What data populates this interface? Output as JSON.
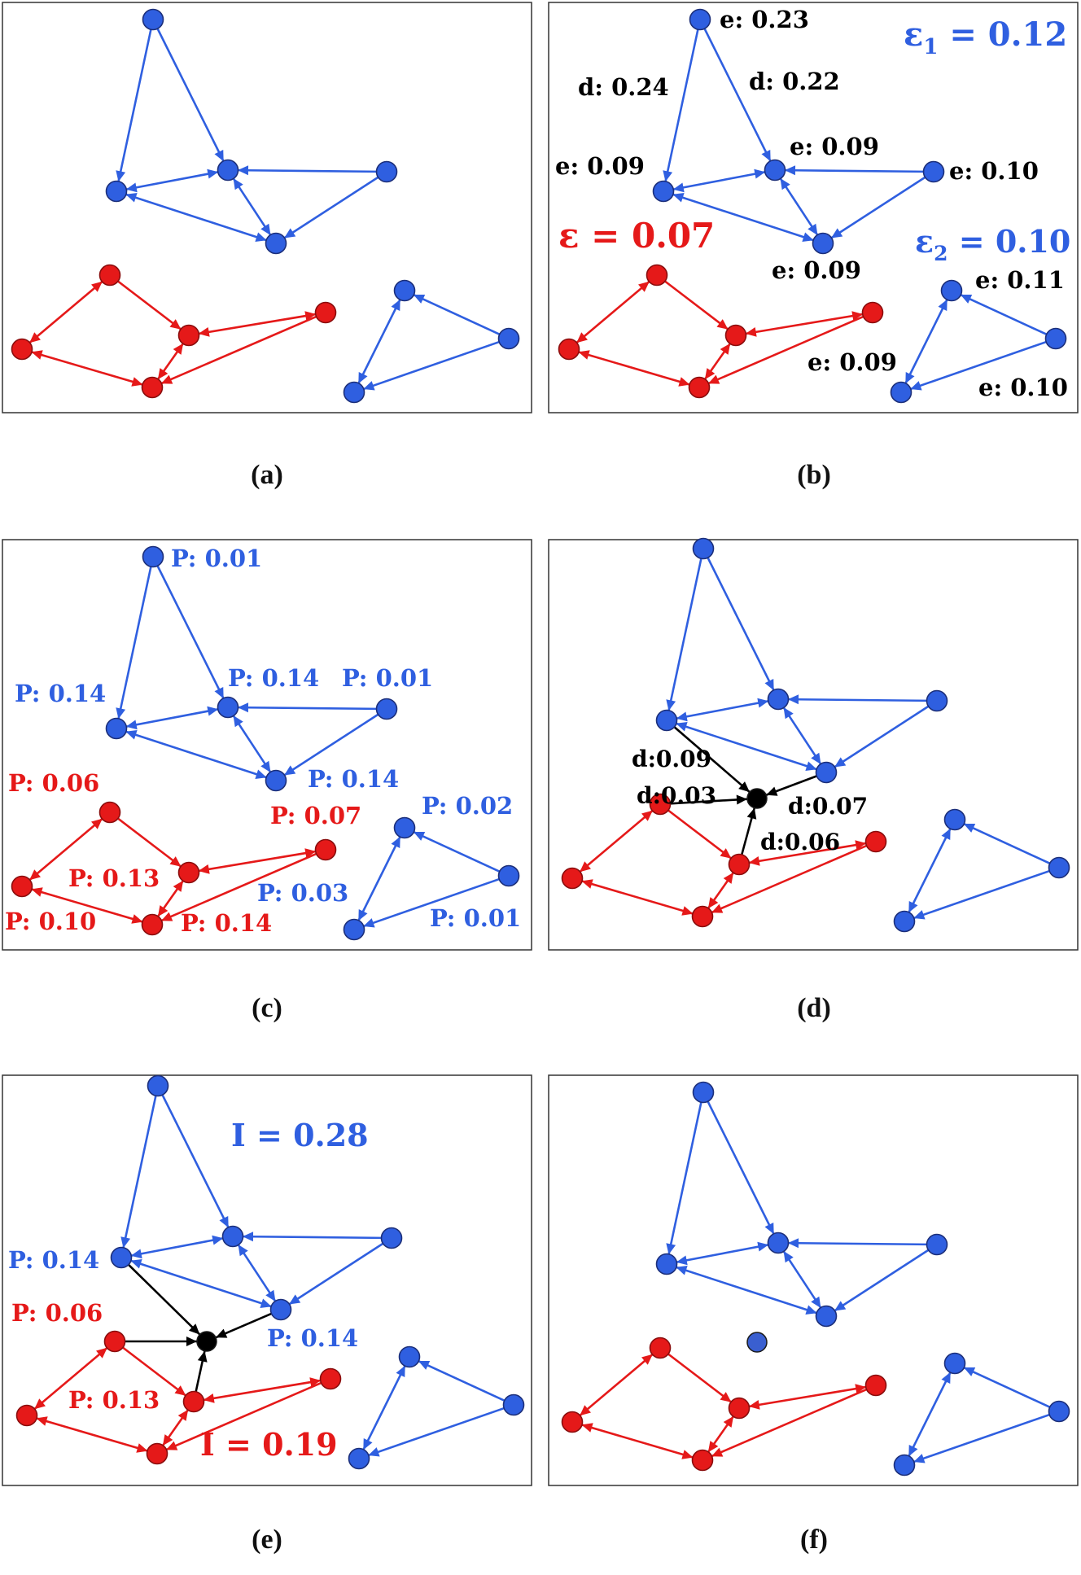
{
  "colors": {
    "blue": "#2f5fe0",
    "red": "#e51919",
    "black": "#000000",
    "frame": "#333333"
  },
  "captions": [
    "(a)",
    "(b)",
    "(c)",
    "(d)",
    "(e)",
    "(f)"
  ],
  "panel_b": {
    "labels": [
      "e: 0.23",
      "d: 0.24",
      "d: 0.22",
      "e: 0.09",
      "e: 0.09",
      "e: 0.10",
      "e: 0.09",
      "e: 0.11",
      "e: 0.10",
      "e: 0.09"
    ],
    "eps1_symbol": "ε",
    "eps1_sub": "1",
    "eps1_value": " = 0.12",
    "eps2_symbol": "ε",
    "eps2_sub": "2",
    "eps2_value": " = 0.10",
    "eps_red": "ε = 0.07"
  },
  "panel_c": {
    "labels": [
      "P: 0.01",
      "P: 0.14",
      "P: 0.14",
      "P: 0.01",
      "P: 0.14",
      "P: 0.06",
      "P: 0.07",
      "P: 0.02",
      "P: 0.13",
      "P: 0.03",
      "P: 0.10",
      "P: 0.14",
      "P: 0.01"
    ]
  },
  "panel_d": {
    "labels": [
      "d:0.09",
      "d:0.03",
      "d:0.07",
      "d:0.06"
    ]
  },
  "panel_e": {
    "labels": [
      "I = 0.28",
      "P: 0.14",
      "P: 0.14",
      "P: 0.06",
      "P: 0.13",
      "I = 0.19"
    ]
  }
}
